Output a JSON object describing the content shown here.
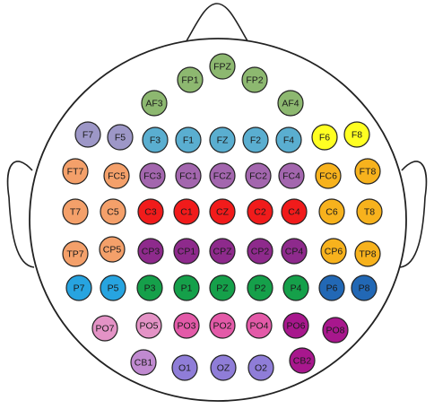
{
  "colors": {
    "outline": "#222222",
    "background": "#ffffff"
  },
  "electrodes": [
    {
      "label": "FPZ",
      "color": "#8db870"
    },
    {
      "label": "FP1",
      "color": "#8db870"
    },
    {
      "label": "FP2",
      "color": "#8db870"
    },
    {
      "label": "AF3",
      "color": "#8db870"
    },
    {
      "label": "AF4",
      "color": "#8db870"
    },
    {
      "label": "F7",
      "color": "#9d97c7"
    },
    {
      "label": "F5",
      "color": "#9d97c7"
    },
    {
      "label": "F3",
      "color": "#5aaed0"
    },
    {
      "label": "F1",
      "color": "#5aaed0"
    },
    {
      "label": "FZ",
      "color": "#5aaed0"
    },
    {
      "label": "F2",
      "color": "#5aaed0"
    },
    {
      "label": "F4",
      "color": "#5aaed0"
    },
    {
      "label": "F6",
      "color": "#ffff22"
    },
    {
      "label": "F8",
      "color": "#ffff22"
    },
    {
      "label": "FT7",
      "color": "#f4a06a"
    },
    {
      "label": "FC5",
      "color": "#f4a06a"
    },
    {
      "label": "FC3",
      "color": "#a366ae"
    },
    {
      "label": "FC1",
      "color": "#a366ae"
    },
    {
      "label": "FCZ",
      "color": "#a366ae"
    },
    {
      "label": "FC2",
      "color": "#a366ae"
    },
    {
      "label": "FC4",
      "color": "#a366ae"
    },
    {
      "label": "FC6",
      "color": "#f7b21d"
    },
    {
      "label": "FT8",
      "color": "#f7b21d"
    },
    {
      "label": "T7",
      "color": "#f4a06a"
    },
    {
      "label": "C5",
      "color": "#f4a06a"
    },
    {
      "label": "C3",
      "color": "#f11b1b"
    },
    {
      "label": "C1",
      "color": "#f11b1b"
    },
    {
      "label": "CZ",
      "color": "#f11b1b"
    },
    {
      "label": "C2",
      "color": "#f11b1b"
    },
    {
      "label": "C4",
      "color": "#f11b1b"
    },
    {
      "label": "C6",
      "color": "#f7b21d"
    },
    {
      "label": "T8",
      "color": "#f7b21d"
    },
    {
      "label": "TP7",
      "color": "#f4a06a"
    },
    {
      "label": "CP5",
      "color": "#f4a06a"
    },
    {
      "label": "CP3",
      "color": "#8e2a8c"
    },
    {
      "label": "CP1",
      "color": "#8e2a8c"
    },
    {
      "label": "CPZ",
      "color": "#8e2a8c"
    },
    {
      "label": "CP2",
      "color": "#8e2a8c"
    },
    {
      "label": "CP4",
      "color": "#8e2a8c"
    },
    {
      "label": "CP6",
      "color": "#f7b21d"
    },
    {
      "label": "TP8",
      "color": "#f7b21d"
    },
    {
      "label": "P7",
      "color": "#27a4e0"
    },
    {
      "label": "P5",
      "color": "#27a4e0"
    },
    {
      "label": "P3",
      "color": "#15a04a"
    },
    {
      "label": "P1",
      "color": "#15a04a"
    },
    {
      "label": "PZ",
      "color": "#15a04a"
    },
    {
      "label": "P2",
      "color": "#15a04a"
    },
    {
      "label": "P4",
      "color": "#15a04a"
    },
    {
      "label": "P6",
      "color": "#2268b5"
    },
    {
      "label": "P8",
      "color": "#2268b5"
    },
    {
      "label": "PO7",
      "color": "#e493c6"
    },
    {
      "label": "PO5",
      "color": "#e493c6"
    },
    {
      "label": "PO3",
      "color": "#e35aa8"
    },
    {
      "label": "PO2",
      "color": "#e35aa8"
    },
    {
      "label": "PO4",
      "color": "#e35aa8"
    },
    {
      "label": "PO6",
      "color": "#a8178d"
    },
    {
      "label": "PO8",
      "color": "#a8178d"
    },
    {
      "label": "CB1",
      "color": "#c08ad0"
    },
    {
      "label": "O1",
      "color": "#8f7dd8"
    },
    {
      "label": "OZ",
      "color": "#8f7dd8"
    },
    {
      "label": "O2",
      "color": "#8f7dd8"
    },
    {
      "label": "CB2",
      "color": "#a8178d"
    }
  ]
}
